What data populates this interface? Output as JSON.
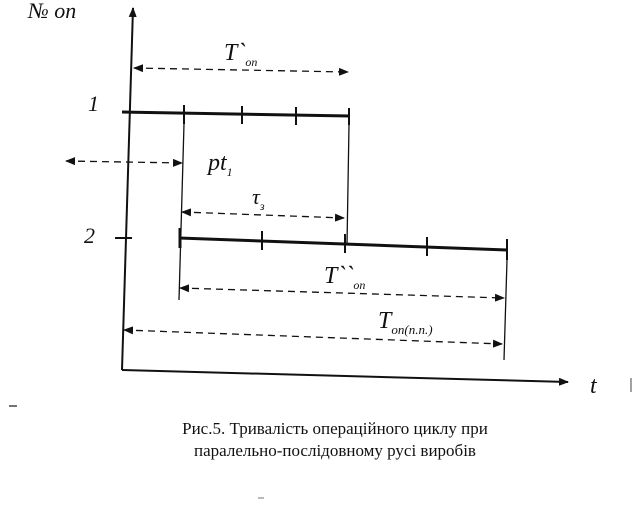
{
  "diagram": {
    "y_axis_label": "№ on",
    "x_axis_label": "t",
    "row_1_label": "1",
    "row_2_label": "2",
    "t_op_1_label": "T`",
    "t_op_1_sub": "on",
    "pt_label": "pt",
    "pt_sub": "1",
    "tau_label": "τ",
    "tau_sub": "з",
    "t_op_2_label": "T``",
    "t_op_2_sub": "on",
    "t_total_label": "T",
    "t_total_sub": "оп(п.п.)"
  },
  "caption": {
    "line_1": "Рис.5. Тривалість операційного циклу при",
    "line_2": "паралельно-послідовному русі виробів"
  }
}
